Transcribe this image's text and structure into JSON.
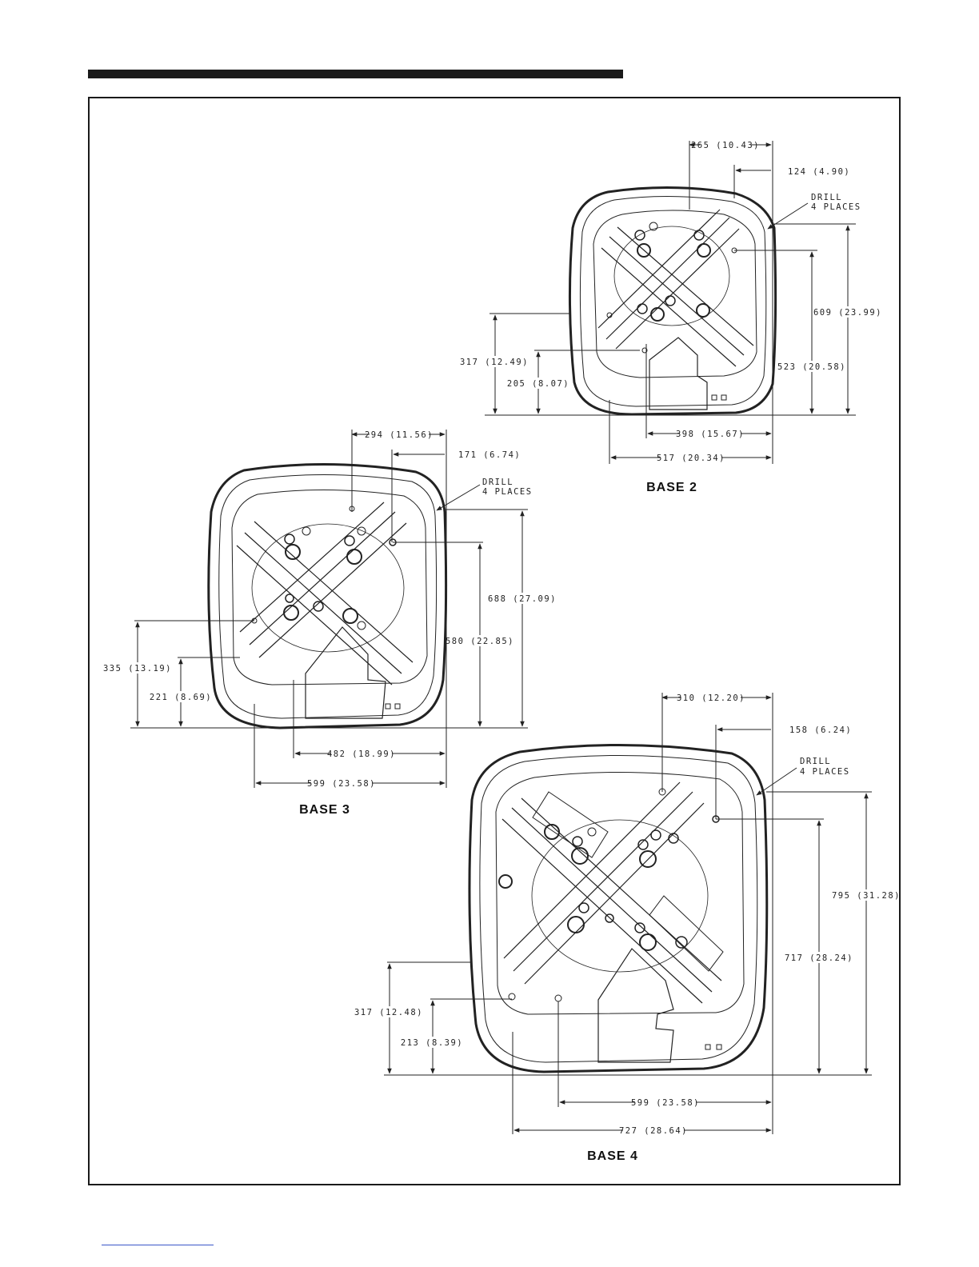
{
  "bases": [
    {
      "title": "BASE 2",
      "note_line1": "DRILL",
      "note_line2": "4 PLACES",
      "dims": {
        "d1": "265 (10.43)",
        "d2": "124 (4.90)",
        "d3": "609 (23.99)",
        "d4": "523 (20.58)",
        "d5": "317 (12.49)",
        "d6": "205 (8.07)",
        "d7": "398 (15.67)",
        "d8": "517 (20.34)"
      }
    },
    {
      "title": "BASE 3",
      "note_line1": "DRILL",
      "note_line2": "4 PLACES",
      "dims": {
        "d1": "294 (11.56)",
        "d2": "171 (6.74)",
        "d3": "688 (27.09)",
        "d4": "580 (22.85)",
        "d5": "335 (13.19)",
        "d6": "221 (8.69)",
        "d7": "482 (18.99)",
        "d8": "599 (23.58)"
      }
    },
    {
      "title": "BASE 4",
      "note_line1": "DRILL",
      "note_line2": "4 PLACES",
      "dims": {
        "d1": "310 (12.20)",
        "d2": "158 (6.24)",
        "d3": "795 (31.28)",
        "d4": "717 (28.24)",
        "d5": "317 (12.48)",
        "d6": "213 (8.39)",
        "d7": "599 (23.58)",
        "d8": "727 (28.64)"
      }
    }
  ]
}
